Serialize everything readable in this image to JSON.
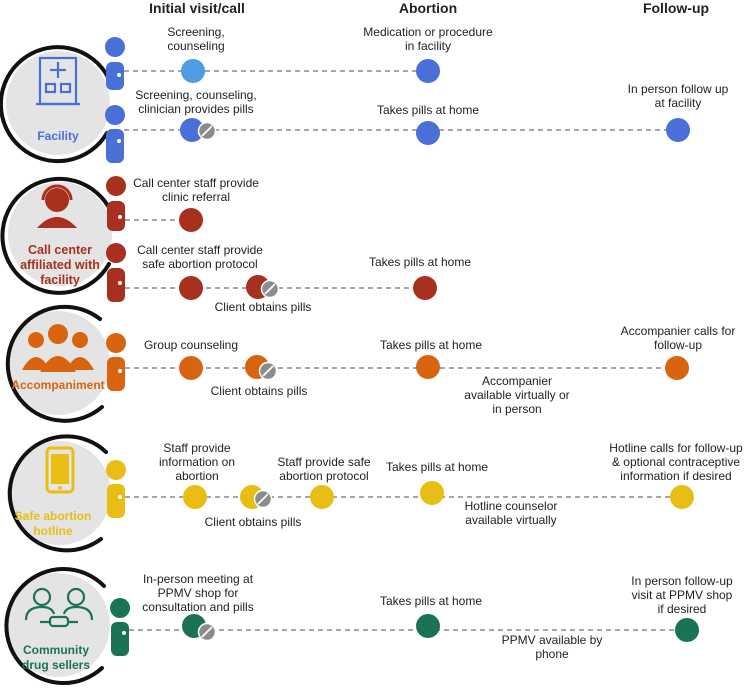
{
  "headers": {
    "initial": "Initial visit/call",
    "abortion": "Abortion",
    "followup": "Follow-up"
  },
  "categories": [
    {
      "name": "Facility",
      "color": "#4a6fd6",
      "light": "#4d9de0",
      "icon": "hospital-building-icon",
      "pathways": [
        {
          "nodes": [
            "Screening, counseling",
            "Medication or procedure in facility"
          ]
        },
        {
          "nodes": [
            "Screening, counseling, clinician provides pills",
            "Takes pills at home",
            "In person follow up at facility"
          ]
        }
      ]
    },
    {
      "name": "Call center affiliated with facility",
      "color": "#a8301f",
      "icon": "headset-person-icon",
      "pathways": [
        {
          "nodes": [
            "Call center staff provide clinic referral"
          ]
        },
        {
          "nodes": [
            "Call center staff provide safe abortion protocol",
            "Client obtains pills",
            "Takes pills at home"
          ]
        }
      ]
    },
    {
      "name": "Accompaniment",
      "color": "#d9640f",
      "icon": "group-people-icon",
      "pathways": [
        {
          "nodes": [
            "Group counseling",
            "Client obtains pills",
            "Takes pills at home",
            "Accompanier available virtually or in person",
            "Accompanier calls for follow-up"
          ]
        }
      ]
    },
    {
      "name": "Safe abortion hotline",
      "color": "#e8bd14",
      "icon": "mobile-phone-icon",
      "pathways": [
        {
          "nodes": [
            "Staff provide information on abortion",
            "Client obtains pills",
            "Staff provide safe abortion protocol",
            "Takes pills at home",
            "Hotline counselor available virtually",
            "Hotline calls for follow-up & optional contraceptive information if desired"
          ]
        }
      ]
    },
    {
      "name": "Community drug sellers",
      "color": "#1b7355",
      "icon": "two-people-exchange-icon",
      "pathways": [
        {
          "nodes": [
            "In-person meeting at PPMV shop for consultation and pills",
            "Takes pills at home",
            "PPMV available by phone",
            "In person follow-up visit at PPMV shop if desired"
          ]
        }
      ]
    }
  ]
}
